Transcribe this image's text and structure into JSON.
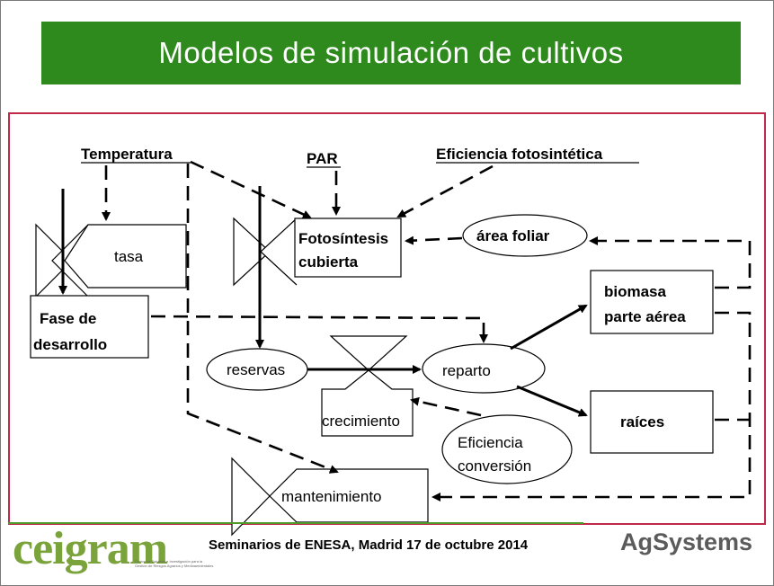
{
  "title": "Modelos de simulación de cultivos",
  "labels": {
    "temperatura": "Temperatura",
    "par": "PAR",
    "eficiencia_fotosintetica": "Eficiencia fotosintética",
    "tasa": "tasa",
    "fotosintesis_line1": "Fotosíntesis",
    "fotosintesis_line2": "cubierta",
    "area_foliar": "área foliar",
    "biomasa_line1": "biomasa",
    "biomasa_line2": "parte aérea",
    "fase_line1": "Fase de",
    "fase_line2": "desarrollo",
    "reservas": "reservas",
    "reparto": "reparto",
    "crecimiento": "crecimiento",
    "raices": "raíces",
    "eficiencia_conv_line1": "Eficiencia",
    "eficiencia_conv_line2": "conversión",
    "mantenimiento": "mantenimiento"
  },
  "footer": {
    "text": "Seminarios de ENESA, Madrid 17 de octubre 2014",
    "logo_left": "ceigram",
    "logo_left_sub": "Centro de Estudios e Investigación para la Gestión de Riesgos Agrarios y Medioambientales",
    "logo_right": "AgSystems"
  },
  "colors": {
    "title_band": "#2f8a1e",
    "frame": "#c0284a",
    "logo_left": "#7ba33b"
  }
}
